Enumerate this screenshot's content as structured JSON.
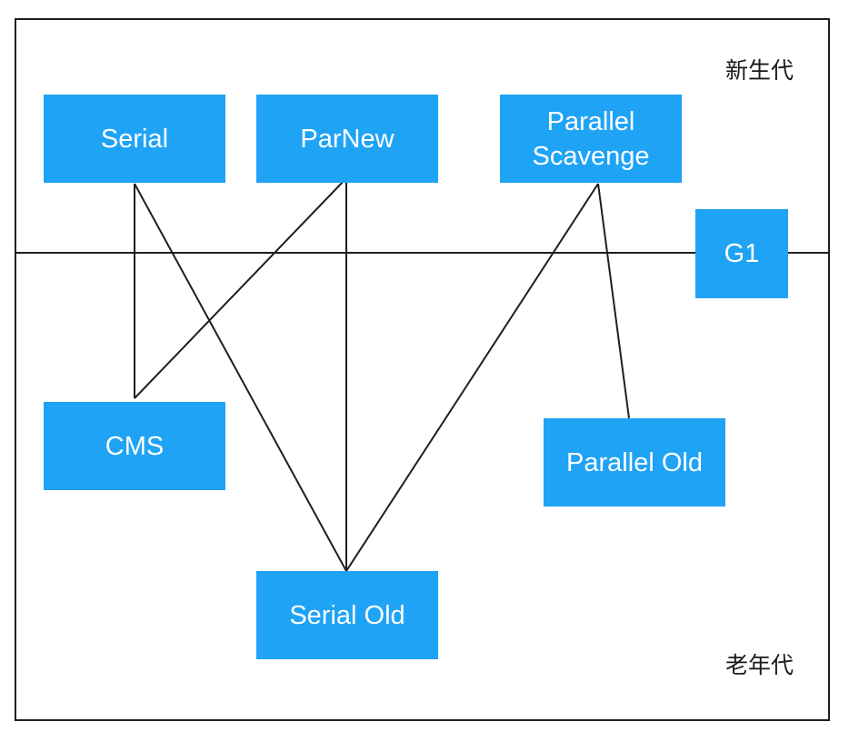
{
  "regions": {
    "young": "新生代",
    "old": "老年代"
  },
  "collectors": {
    "serial": "Serial",
    "parnew": "ParNew",
    "parallel_scavenge": "Parallel\nScavenge",
    "g1": "G1",
    "cms": "CMS",
    "parallel_old": "Parallel Old",
    "serial_old": "Serial Old"
  },
  "connections": [
    [
      "serial",
      "cms"
    ],
    [
      "serial",
      "serial_old"
    ],
    [
      "parnew",
      "cms"
    ],
    [
      "parnew",
      "serial_old"
    ],
    [
      "parallel_scavenge",
      "serial_old"
    ],
    [
      "parallel_scavenge",
      "parallel_old"
    ]
  ],
  "colors": {
    "box": "#1fa3f5",
    "line": "#1f1f1f"
  }
}
